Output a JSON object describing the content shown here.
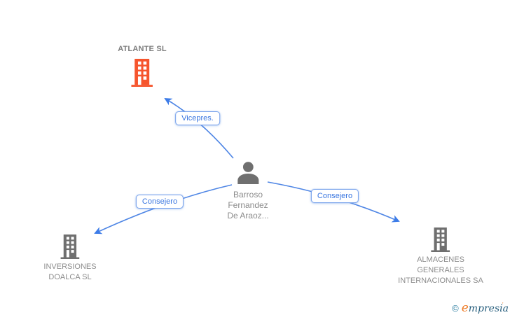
{
  "diagram_type": "corporate-relationship-graph",
  "nodes": {
    "atlante": {
      "label": "ATLANTE SL",
      "icon": "building-icon",
      "icon_color": "#f6552d"
    },
    "person": {
      "line1": "Barroso",
      "line2": "Fernandez",
      "line3": "De Araoz...",
      "icon": "person-icon",
      "icon_color": "#6f6f6f"
    },
    "inversiones": {
      "line1": "INVERSIONES",
      "line2": "DOALCA SL",
      "icon": "building-icon",
      "icon_color": "#6f6f6f"
    },
    "almacenes": {
      "line1": "ALMACENES",
      "line2": "GENERALES",
      "line3": "INTERNACIONALES SA",
      "icon": "building-icon",
      "icon_color": "#6f6f6f"
    }
  },
  "edges": {
    "vicepres": {
      "label": "Vicepres.",
      "from": "person",
      "to": "atlante"
    },
    "consejero_left": {
      "label": "Consejero",
      "from": "person",
      "to": "inversiones"
    },
    "consejero_right": {
      "label": "Consejero",
      "from": "person",
      "to": "almacenes"
    }
  },
  "footer": {
    "copyright_symbol": "©",
    "brand_first_letter": "e",
    "brand_mid": "mpres",
    "brand_i": "i",
    "brand_end": "a"
  },
  "colors": {
    "edge_blue": "#4f86e5",
    "edge_label_text": "#3b77e0",
    "node_text_gray": "#8c8c8c",
    "icon_gray": "#6f6f6f",
    "building_orange": "#f6552d",
    "logo_teal": "#2b7da0",
    "logo_orange": "#ee7d2a",
    "logo_dark_blue": "#275e7d",
    "background": "#ffffff"
  }
}
